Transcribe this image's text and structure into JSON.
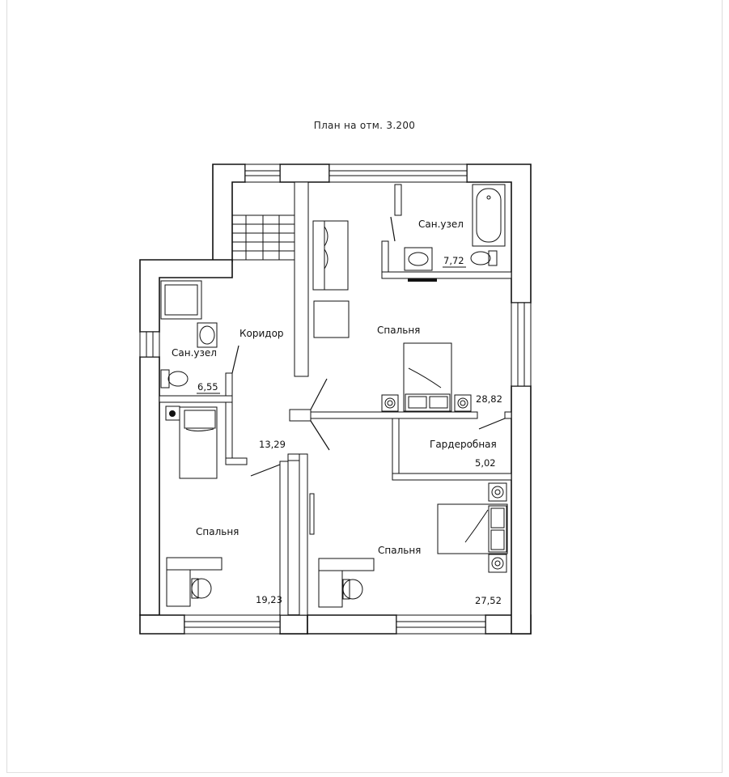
{
  "title": "План на отм. 3.200",
  "rooms": [
    {
      "id": "bath-top",
      "name": "Сан.узел",
      "area": "7,72"
    },
    {
      "id": "bath-left",
      "name": "Сан.узел",
      "area": "6,55"
    },
    {
      "id": "corridor",
      "name": "Коридор",
      "area": "13,29"
    },
    {
      "id": "bedroom-master",
      "name": "Спальня",
      "area": "28,82"
    },
    {
      "id": "wardrobe",
      "name": "Гардеробная",
      "area": "5,02"
    },
    {
      "id": "bedroom-left",
      "name": "Спальня",
      "area": "19,23"
    },
    {
      "id": "bedroom-right",
      "name": "Спальня",
      "area": "27,52"
    }
  ]
}
